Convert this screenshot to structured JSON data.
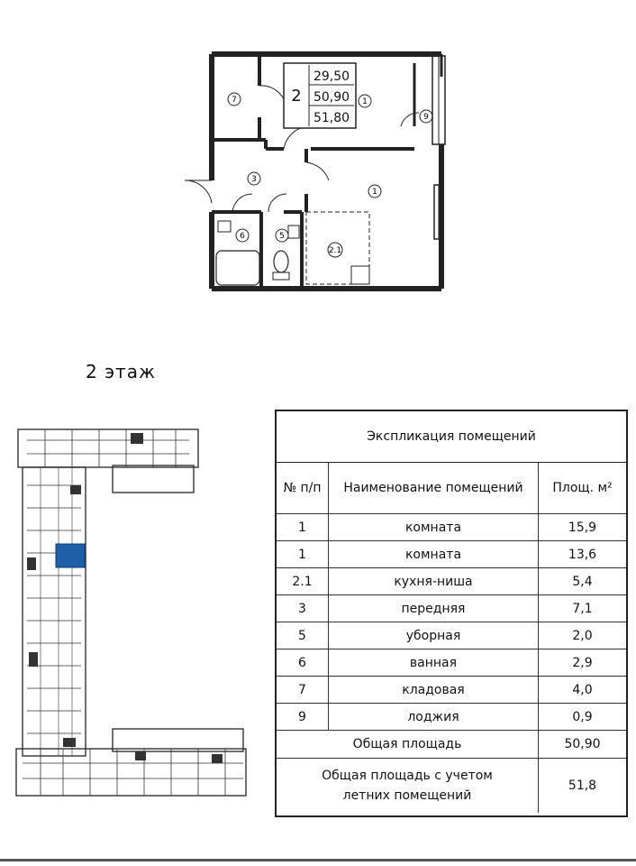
{
  "apartment": {
    "rooms_count": "2",
    "area_living": "29,50",
    "area_total": "50,90",
    "area_with_summer": "51,80",
    "room_tags": [
      "7",
      "1",
      "9",
      "3",
      "1",
      "6",
      "5",
      "2.1"
    ]
  },
  "floor_label": "2 этаж",
  "explication": {
    "title": "Экспликация помещений",
    "headers": {
      "num": "№ п/п",
      "name": "Наименование помещений",
      "area": "Площ. м²"
    },
    "rows": [
      {
        "num": "1",
        "name": "комната",
        "area": "15,9"
      },
      {
        "num": "1",
        "name": "комната",
        "area": "13,6"
      },
      {
        "num": "2.1",
        "name": "кухня-ниша",
        "area": "5,4"
      },
      {
        "num": "3",
        "name": "передняя",
        "area": "7,1"
      },
      {
        "num": "5",
        "name": "уборная",
        "area": "2,0"
      },
      {
        "num": "6",
        "name": "ванная",
        "area": "2,9"
      },
      {
        "num": "7",
        "name": "кладовая",
        "area": "4,0"
      },
      {
        "num": "9",
        "name": "лоджия",
        "area": "0,9"
      }
    ],
    "total_label": "Общая площадь",
    "total_value": "50,90",
    "total_summer_label": "Общая площадь с учетом летних помещений",
    "total_summer_value": "51,8"
  },
  "colors": {
    "highlight": "#1f5fa8",
    "line": "#222222"
  }
}
